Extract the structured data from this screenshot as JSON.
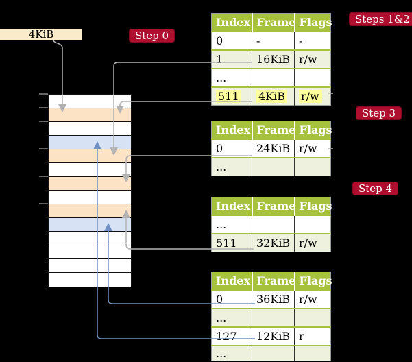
{
  "colors": {
    "canvas-bg": "#000000",
    "header-green": "#a6c23c",
    "row-green": "#edf1dd",
    "hl-yellow": "#fdff9d",
    "badge-red": "#b00e2e",
    "badge-border": "#84091f",
    "box-cream": "#faeccb",
    "peach": "#fce3c5",
    "blue-row": "#d7e3f4",
    "line-gray": "#b3b3b3",
    "line-blue": "#7191c4",
    "table-border": "#9aa0a0",
    "cell-divider": "#333333",
    "stack-border": "#111111",
    "tick-gray": "#666666"
  },
  "frame_box": {
    "label": "4KiB"
  },
  "badges": [
    {
      "label": "Step 0"
    },
    {
      "label": "Steps 1&2"
    },
    {
      "label": "Step 3"
    },
    {
      "label": "Step 4"
    }
  ],
  "tables": [
    {
      "name": "page-table-1",
      "headers": [
        "Index",
        "Frame",
        "Flags"
      ],
      "rows": [
        [
          "0",
          "-",
          "-"
        ],
        [
          "1",
          "16KiB",
          "r/w"
        ],
        [
          "...",
          "",
          ""
        ],
        [
          "511",
          "4KiB",
          "r/w"
        ]
      ],
      "highlighted_row": 3
    },
    {
      "name": "page-table-2",
      "headers": [
        "Index",
        "Frame",
        "Flags"
      ],
      "rows": [
        [
          "0",
          "24KiB",
          "r/w"
        ],
        [
          "...",
          "",
          ""
        ]
      ]
    },
    {
      "name": "page-table-3",
      "headers": [
        "Index",
        "Frame",
        "Flags"
      ],
      "rows": [
        [
          "...",
          "",
          ""
        ],
        [
          "511",
          "32KiB",
          "r/w"
        ]
      ]
    },
    {
      "name": "page-table-4",
      "headers": [
        "Index",
        "Frame",
        "Flags"
      ],
      "rows": [
        [
          "0",
          "36KiB",
          "r/w"
        ],
        [
          "...",
          "",
          ""
        ],
        [
          "127",
          "12KiB",
          "r"
        ],
        [
          "...",
          "",
          ""
        ]
      ]
    }
  ],
  "memory_stack": {
    "row_colors": [
      "white",
      "peach",
      "white",
      "blue",
      "peach",
      "white",
      "peach",
      "white",
      "peach",
      "blue",
      "white",
      "white",
      "white",
      "white"
    ]
  }
}
